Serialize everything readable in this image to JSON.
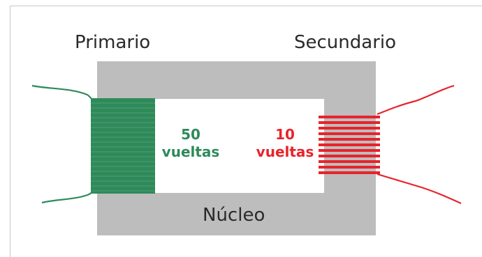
{
  "labels": {
    "primary": "Primario",
    "secondary": "Secundario",
    "core": "Núcleo"
  },
  "primary_coil": {
    "turns_value": "50",
    "turns_unit": "vueltas"
  },
  "secondary_coil": {
    "turns_value": "10",
    "turns_unit": "vueltas"
  },
  "colors": {
    "core": "#bdbdbd",
    "primary": "#2f8a5a",
    "secondary": "#e8232b",
    "text": "#2a2a2a"
  }
}
